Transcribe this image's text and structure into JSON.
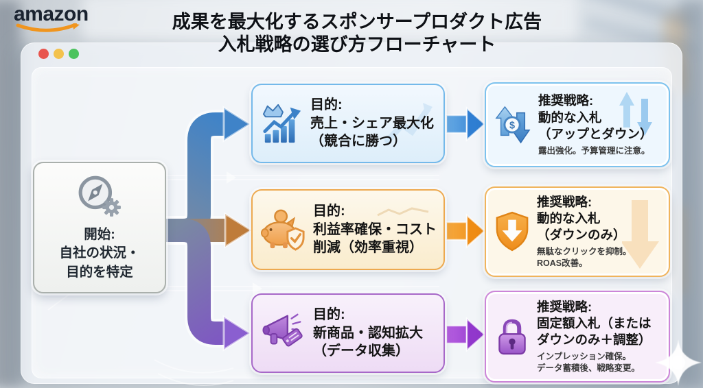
{
  "logo": {
    "brand": "amazon"
  },
  "title": {
    "line1": "成果を最大化するスポンサープロダクト広告",
    "line2": "入札戦略の選び方フローチャート"
  },
  "window": {
    "controls": [
      "close",
      "minimize",
      "zoom"
    ]
  },
  "start_node": {
    "icon": "compass-gear-icon",
    "line1": "開始:",
    "line2": "自社の状況・",
    "line3": "目的を特定"
  },
  "branches": [
    {
      "purpose": {
        "icon": "bar-chart-crown-icon",
        "heading": "目的:",
        "line1": "売上・シェア最大化",
        "line2": "（競合に勝つ）"
      },
      "strategy": {
        "icon": "dollar-up-down-icon",
        "heading": "推奨戦略:",
        "line1": "動的な入札",
        "line2": "（アップとダウン）",
        "note1": "露出強化。予算管理に注意。"
      }
    },
    {
      "purpose": {
        "icon": "piggy-bank-shield-icon",
        "heading": "目的:",
        "line1": "利益率確保・コスト",
        "line2": "削減（効率重視）"
      },
      "strategy": {
        "icon": "shield-down-arrow-icon",
        "heading": "推奨戦略:",
        "line1": "動的な入札",
        "line2": "（ダウンのみ）",
        "note1": "無駄なクリックを抑制。",
        "note2": "ROAS改善。"
      }
    },
    {
      "purpose": {
        "icon": "megaphone-tag-icon",
        "heading": "目的:",
        "line1": "新商品・認知拡大",
        "line2": "（データ収集）"
      },
      "strategy": {
        "icon": "padlock-icon",
        "heading": "推奨戦略:",
        "line1": "固定額入札（または",
        "line2": "ダウンのみ＋調整）",
        "note1": "インプレッション確保。",
        "note2": "データ蓄積後、戦略変更。"
      }
    }
  ],
  "colors": {
    "branch_blue": "#3f83c8",
    "branch_orange": "#f59b28",
    "branch_purple": "#9a42cf",
    "amazon_smile": "#f0951e",
    "traffic_red": "#e8554e",
    "traffic_yellow": "#f3c24d",
    "traffic_green": "#4cc35e"
  }
}
